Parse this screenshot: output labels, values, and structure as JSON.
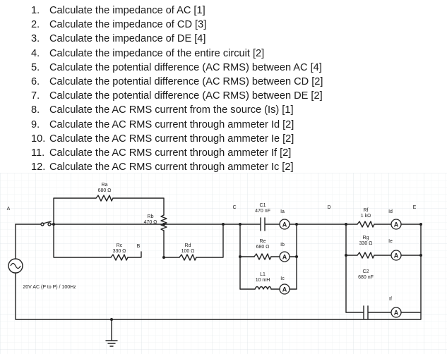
{
  "questions": [
    {
      "num": "1.",
      "text": "Calculate the impedance of AC [1]"
    },
    {
      "num": "2.",
      "text": "Calculate the impedance of CD [3]"
    },
    {
      "num": "3.",
      "text": "Calculate the impedance of DE [4]"
    },
    {
      "num": "4.",
      "text": "Calculate the impedance of the entire circuit [2]"
    },
    {
      "num": "5.",
      "text": "Calculate the potential difference (AC RMS) between AC [4]"
    },
    {
      "num": "6.",
      "text": "Calculate the potential difference (AC RMS) between CD [2]"
    },
    {
      "num": "7.",
      "text": "Calculate the potential difference (AC RMS) between DE [2]"
    },
    {
      "num": "8.",
      "text": "Calculate the AC RMS current from the source (Is) [1]"
    },
    {
      "num": "9.",
      "text": "Calculate the AC RMS current through ammeter Id [2]"
    },
    {
      "num": "10.",
      "text": "Calculate the AC RMS current through ammeter Ie [2]"
    },
    {
      "num": "11.",
      "text": "Calculate the AC RMS current through ammeter If [2]"
    },
    {
      "num": "12.",
      "text": "Calculate the AC RMS current through ammeter Ic [2]"
    }
  ],
  "circuit": {
    "nodes": {
      "A": "A",
      "B": "B",
      "C": "C",
      "D": "D",
      "E": "E"
    },
    "source": "20V AC (P to P) / 100Hz",
    "ammeter_symbol": "A",
    "components": {
      "Ra": {
        "name": "Ra",
        "value": "680 Ω"
      },
      "Rb": {
        "name": "Rb",
        "value": "470 Ω"
      },
      "Rc": {
        "name": "Rc",
        "value": "330 Ω"
      },
      "Rd": {
        "name": "Rd",
        "value": "100 Ω"
      },
      "C1": {
        "name": "C1",
        "value": "470 nF"
      },
      "Re": {
        "name": "Re",
        "value": "680 Ω"
      },
      "L1": {
        "name": "L1",
        "value": "10 mH"
      },
      "Rf": {
        "name": "Rf",
        "value": "1 kΩ"
      },
      "Rg": {
        "name": "Rg",
        "value": "330 Ω"
      },
      "C2": {
        "name": "C2",
        "value": "680 nF"
      }
    },
    "ammeters": {
      "Ia": "Ia",
      "Ib": "Ib",
      "Ic": "Ic",
      "Id": "Id",
      "Ie": "Ie",
      "If": "If"
    }
  }
}
